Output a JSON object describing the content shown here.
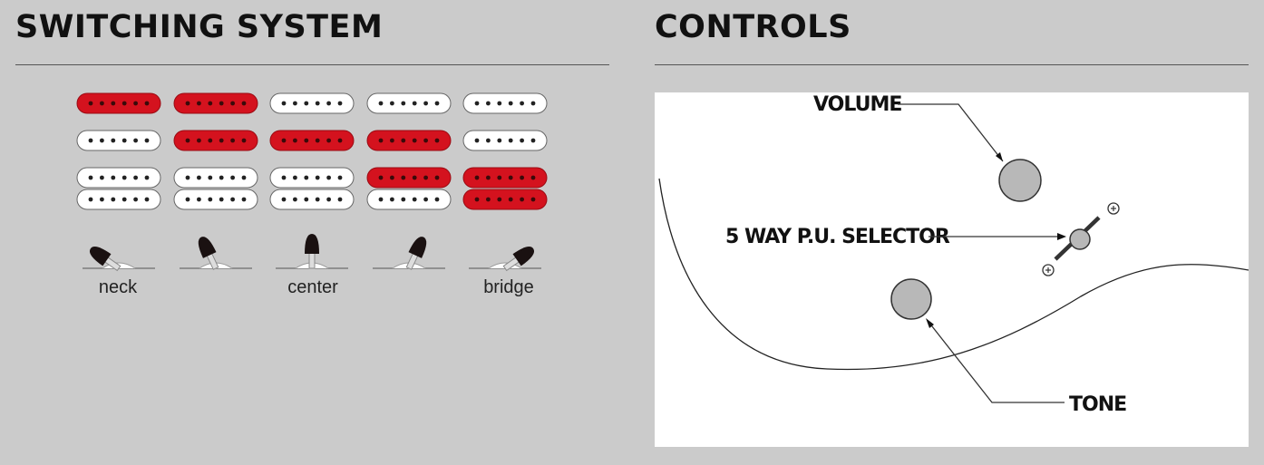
{
  "switching": {
    "title": "SWITCHING SYSTEM",
    "positions": [
      {
        "label": "neck",
        "rows": [
          true,
          false,
          [
            false,
            false
          ]
        ],
        "lever": "left"
      },
      {
        "label": "",
        "rows": [
          true,
          true,
          [
            false,
            false
          ]
        ],
        "lever": "mid-left"
      },
      {
        "label": "center",
        "rows": [
          false,
          true,
          [
            false,
            false
          ]
        ],
        "lever": "center"
      },
      {
        "label": "",
        "rows": [
          false,
          true,
          [
            true,
            false
          ]
        ],
        "lever": "mid-right"
      },
      {
        "label": "bridge",
        "rows": [
          false,
          false,
          [
            true,
            true
          ]
        ],
        "lever": "right"
      }
    ],
    "colors": {
      "active": "#d4121e",
      "inactive": "#ffffff",
      "pole_active": "#3a0a0a",
      "pole_inactive": "#222222"
    }
  },
  "controls": {
    "title": "CONTROLS",
    "labels": {
      "volume": "VOLUME",
      "selector": "5 WAY P.U. SELECTOR",
      "tone": "TONE"
    },
    "colors": {
      "knob": "#b8b8b8",
      "panel": "#ffffff"
    }
  }
}
